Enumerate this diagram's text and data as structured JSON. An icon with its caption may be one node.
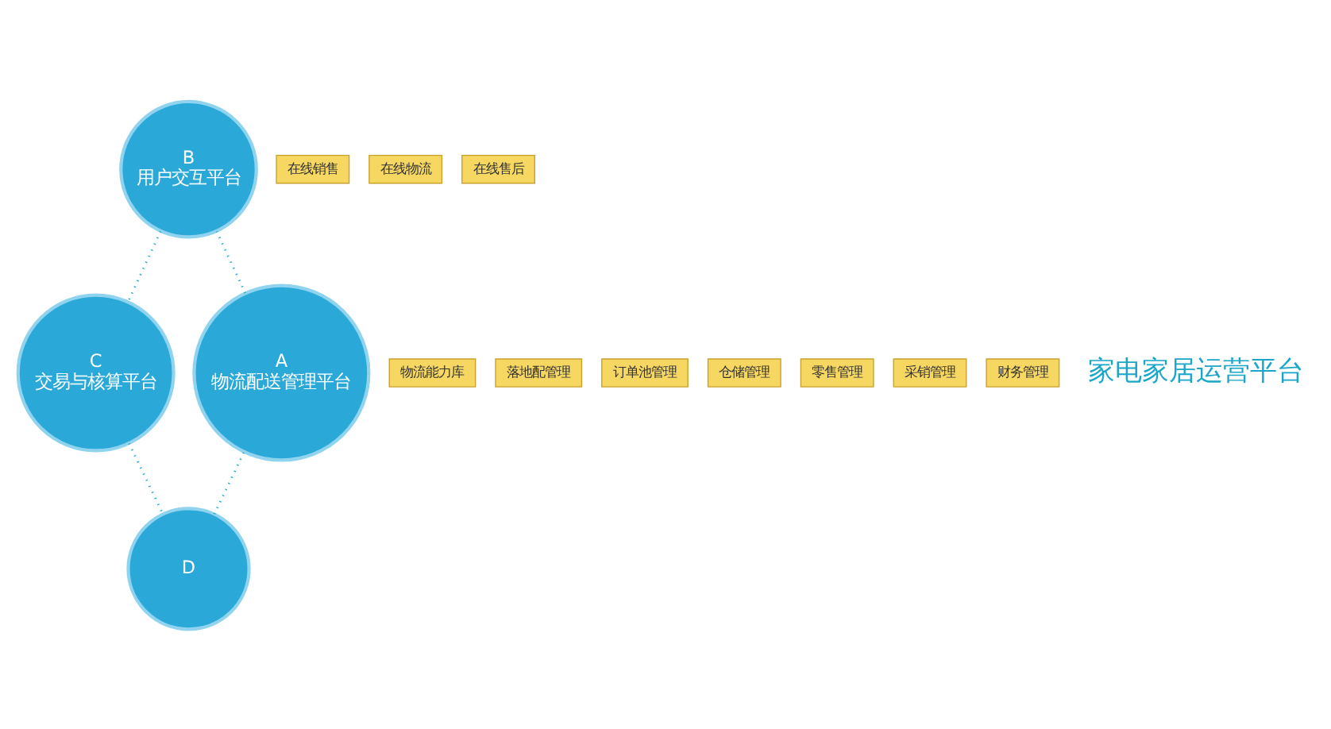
{
  "diagram": {
    "nodes": [
      {
        "text": [
          "B",
          "用户交互平台"
        ]
      },
      {
        "text": [
          "在线销售"
        ]
      },
      {
        "text": [
          "在线物流"
        ]
      },
      {
        "text": [
          "在线售后"
        ]
      },
      {
        "text": [
          "物流能力库"
        ]
      },
      {
        "text": [
          "落地配管理"
        ]
      },
      {
        "text": [
          "订单池管理"
        ]
      },
      {
        "text": [
          "仓储管理"
        ]
      },
      {
        "text": [
          "A",
          "物流配送管理平台"
        ]
      },
      {
        "text": [
          "C",
          "交易与核算平台"
        ]
      },
      {
        "text": [
          "零售管理"
        ]
      },
      {
        "text": [
          "采销管理"
        ]
      },
      {
        "text": [
          "财务管理"
        ]
      },
      {
        "text": [
          "D"
        ]
      }
    ],
    "edges": [
      {
        "from": 0,
        "to": 9,
        "arrow": "none",
        "style": "dashed"
      },
      {
        "from": 9,
        "to": 13,
        "arrow": "none",
        "style": "dashed"
      },
      {
        "from": 13,
        "to": 8,
        "arrow": "none",
        "style": "dashed"
      },
      {
        "from": 8,
        "to": 0,
        "arrow": "none",
        "style": "dashed"
      }
    ],
    "labels": [
      "家电家居运营平台"
    ]
  }
}
